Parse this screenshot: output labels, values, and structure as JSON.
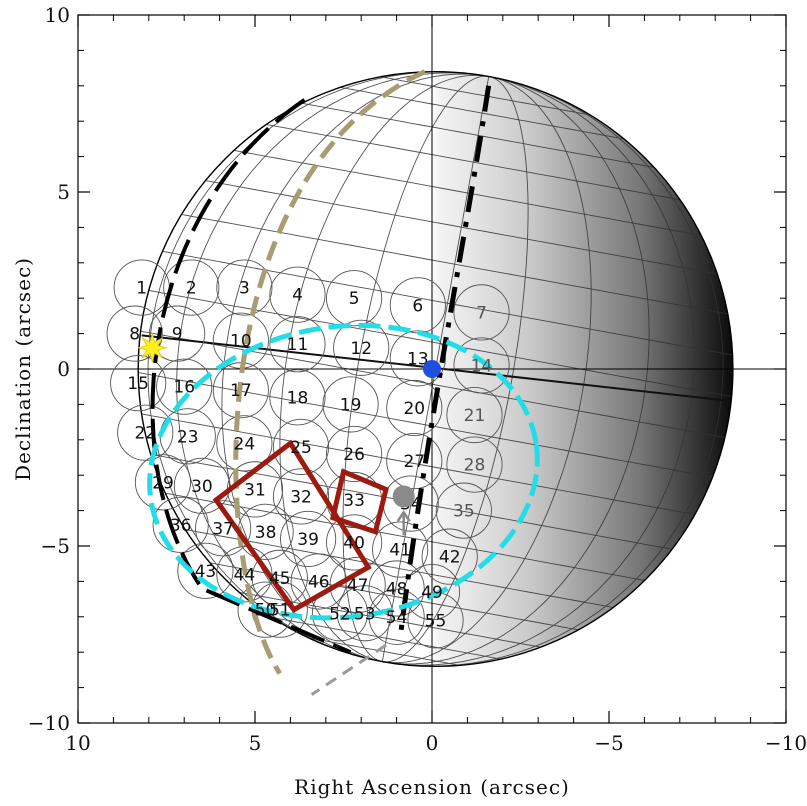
{
  "chart_data": {
    "type": "scatter",
    "xlabel": "Right Ascension (arcsec)",
    "ylabel": "Declination (arcsec)",
    "xlim": [
      10,
      -10
    ],
    "ylim": [
      -10,
      10
    ],
    "x_ticks": [
      10,
      5,
      0,
      -5,
      -10
    ],
    "y_ticks": [
      10,
      5,
      0,
      -5,
      -10
    ],
    "x_tick_labels": [
      "10",
      "5",
      "0",
      "−5",
      "−10"
    ],
    "y_tick_labels": [
      "10",
      "5",
      "0",
      "−5",
      "−10"
    ],
    "grid": false,
    "disk": {
      "center": [
        -0.1,
        0.0
      ],
      "radius": 8.4,
      "terminator_ra": -0.9
    },
    "fiber_radius": 0.78,
    "positions": [
      {
        "label": "1",
        "x": 8.2,
        "y": 2.3
      },
      {
        "label": "2",
        "x": 6.8,
        "y": 2.3
      },
      {
        "label": "3",
        "x": 5.3,
        "y": 2.3
      },
      {
        "label": "4",
        "x": 3.8,
        "y": 2.1
      },
      {
        "label": "5",
        "x": 2.2,
        "y": 2.0
      },
      {
        "label": "6",
        "x": 0.4,
        "y": 1.8
      },
      {
        "label": "7",
        "x": -1.4,
        "y": 1.6
      },
      {
        "label": "8",
        "x": 8.4,
        "y": 1.0
      },
      {
        "label": "9",
        "x": 7.2,
        "y": 1.0
      },
      {
        "label": "10",
        "x": 5.4,
        "y": 0.8
      },
      {
        "label": "11",
        "x": 3.8,
        "y": 0.7
      },
      {
        "label": "12",
        "x": 2.0,
        "y": 0.6
      },
      {
        "label": "13",
        "x": 0.4,
        "y": 0.3
      },
      {
        "label": "14",
        "x": -1.4,
        "y": 0.1
      },
      {
        "label": "15",
        "x": 8.3,
        "y": -0.4
      },
      {
        "label": "16",
        "x": 7.0,
        "y": -0.5
      },
      {
        "label": "17",
        "x": 5.4,
        "y": -0.6
      },
      {
        "label": "18",
        "x": 3.8,
        "y": -0.8
      },
      {
        "label": "19",
        "x": 2.3,
        "y": -1.0
      },
      {
        "label": "20",
        "x": 0.5,
        "y": -1.1
      },
      {
        "label": "21",
        "x": -1.2,
        "y": -1.3
      },
      {
        "label": "22",
        "x": 8.1,
        "y": -1.8
      },
      {
        "label": "23",
        "x": 6.9,
        "y": -1.9
      },
      {
        "label": "24",
        "x": 5.3,
        "y": -2.1
      },
      {
        "label": "25",
        "x": 3.7,
        "y": -2.2
      },
      {
        "label": "26",
        "x": 2.2,
        "y": -2.4
      },
      {
        "label": "27",
        "x": 0.5,
        "y": -2.6
      },
      {
        "label": "28",
        "x": -1.2,
        "y": -2.7
      },
      {
        "label": "29",
        "x": 7.6,
        "y": -3.2
      },
      {
        "label": "30",
        "x": 6.5,
        "y": -3.3
      },
      {
        "label": "31",
        "x": 5.0,
        "y": -3.4
      },
      {
        "label": "32",
        "x": 3.7,
        "y": -3.6
      },
      {
        "label": "33",
        "x": 2.2,
        "y": -3.7
      },
      {
        "label": "34",
        "x": 0.6,
        "y": -3.8
      },
      {
        "label": "35",
        "x": -0.9,
        "y": -4.0
      },
      {
        "label": "36",
        "x": 7.1,
        "y": -4.4
      },
      {
        "label": "37",
        "x": 5.9,
        "y": -4.5
      },
      {
        "label": "38",
        "x": 4.7,
        "y": -4.6
      },
      {
        "label": "39",
        "x": 3.5,
        "y": -4.8
      },
      {
        "label": "40",
        "x": 2.2,
        "y": -4.9
      },
      {
        "label": "41",
        "x": 0.9,
        "y": -5.1
      },
      {
        "label": "42",
        "x": -0.5,
        "y": -5.3
      },
      {
        "label": "43",
        "x": 6.4,
        "y": -5.7
      },
      {
        "label": "44",
        "x": 5.3,
        "y": -5.8
      },
      {
        "label": "45",
        "x": 4.3,
        "y": -5.9
      },
      {
        "label": "46",
        "x": 3.2,
        "y": -6.0
      },
      {
        "label": "47",
        "x": 2.1,
        "y": -6.1
      },
      {
        "label": "48",
        "x": 1.0,
        "y": -6.2
      },
      {
        "label": "49",
        "x": 0.0,
        "y": -6.3
      },
      {
        "label": "50",
        "x": 4.7,
        "y": -6.8
      },
      {
        "label": "51",
        "x": 4.3,
        "y": -6.8
      },
      {
        "label": "52",
        "x": 2.6,
        "y": -6.9
      },
      {
        "label": "53",
        "x": 1.9,
        "y": -6.9
      },
      {
        "label": "54",
        "x": 1.0,
        "y": -7.0
      },
      {
        "label": "55",
        "x": -0.1,
        "y": -7.1
      }
    ],
    "cyan_ellipse": {
      "center": [
        2.5,
        -2.9
      ],
      "rx": 5.5,
      "ry": 4.1,
      "color": "#22dde8"
    },
    "red_squares": [
      [
        [
          6.1,
          -3.7
        ],
        [
          4.0,
          -2.1
        ],
        [
          1.8,
          -5.6
        ],
        [
          3.9,
          -6.8
        ]
      ],
      [
        [
          2.5,
          -2.9
        ],
        [
          1.3,
          -3.4
        ],
        [
          1.6,
          -4.6
        ],
        [
          2.8,
          -4.2
        ]
      ]
    ],
    "markers": {
      "star": {
        "x": 7.9,
        "y": 0.6,
        "color": "#ffee22"
      },
      "blue": {
        "x": 0.0,
        "y": 0.0,
        "color": "#1f4fe0"
      },
      "gray": {
        "x": 0.8,
        "y": -3.6,
        "color": "#8a8a8a"
      }
    },
    "colors": {
      "tan_arc": "#a89c72",
      "red": "#9c1a10",
      "grid": "#333333"
    }
  }
}
